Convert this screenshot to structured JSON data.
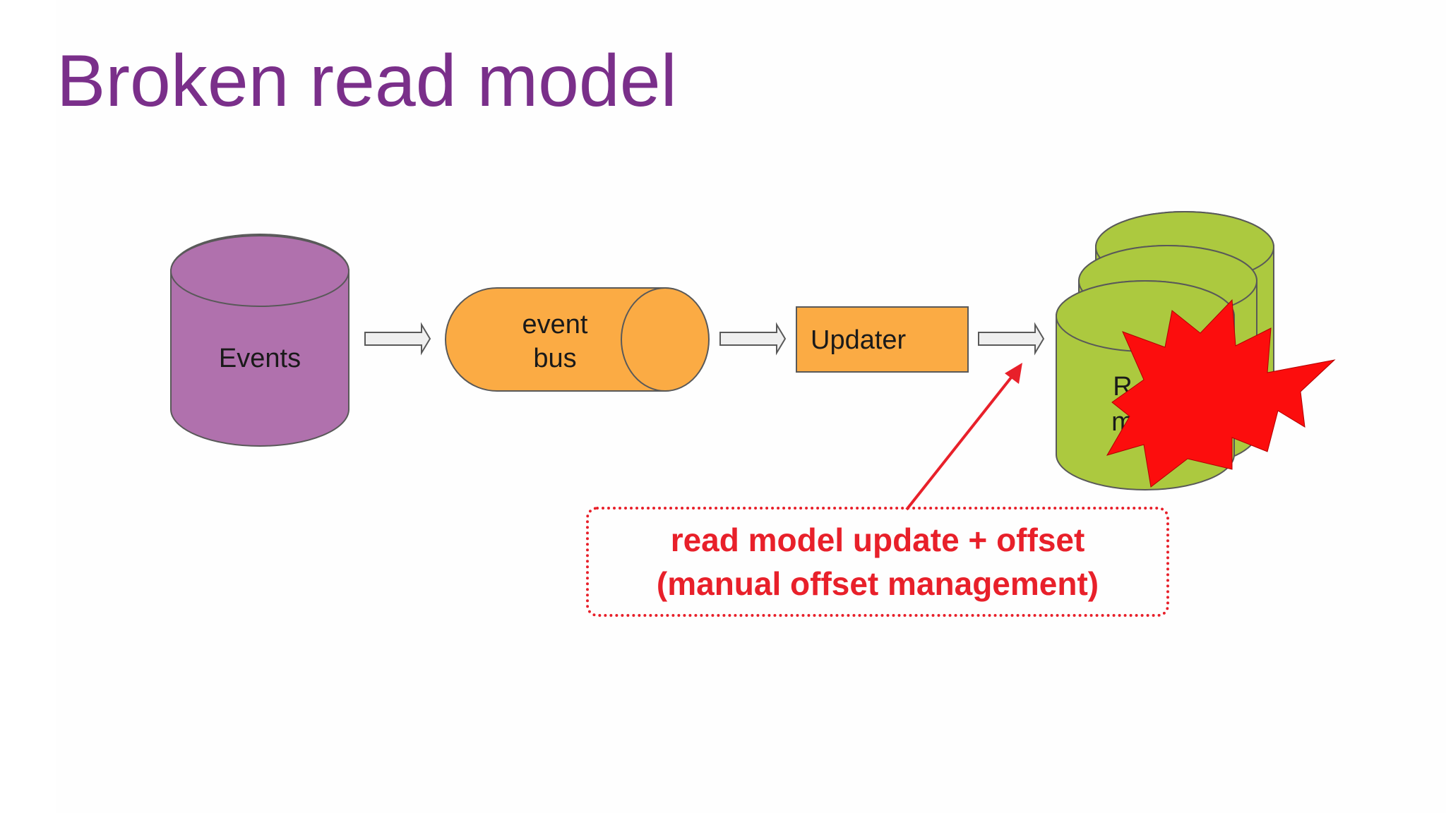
{
  "slide": {
    "title": "Broken read model",
    "title_color": "#7a2f8a"
  },
  "nodes": {
    "events": {
      "label": "Events",
      "color": "#b071ad"
    },
    "event_bus": {
      "label_line1": "event",
      "label_line2": "bus",
      "color": "#fbab44"
    },
    "updater": {
      "label": "Updater",
      "color": "#fbab44"
    },
    "read_model": {
      "label_line1": "R",
      "label_line2": "m",
      "color": "#acc93f"
    }
  },
  "icons": {
    "flow_arrow": "right-arrow-icon",
    "explosion": "explosion-icon"
  },
  "explosion_color": "#fc0d0d",
  "callout": {
    "line1": "read model update + offset",
    "line2": "(manual offset management)",
    "color": "#e8202a"
  }
}
